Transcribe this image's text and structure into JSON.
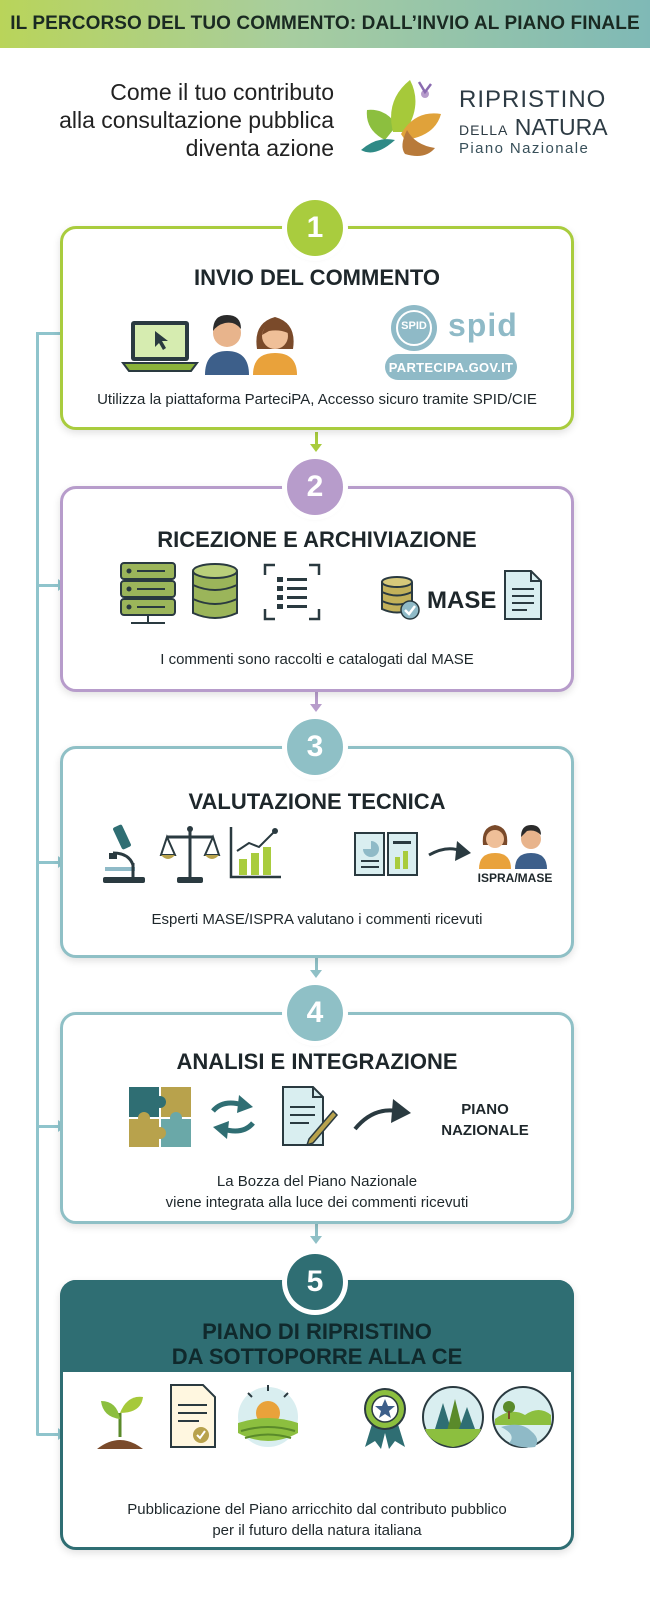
{
  "header": {
    "banner": "IL PERCORSO DEL TUO COMMENTO: DALL’INVIO AL PIANO FINALE",
    "subtitle_lines": [
      "Come il tuo contributo",
      "alla consultazione pubblica",
      "diventa azione"
    ]
  },
  "logo": {
    "line1": "RIPRISTINO",
    "line2_a": "DELLA",
    "line2_b": "NATURA",
    "line3": "Piano Nazionale"
  },
  "colors": {
    "step1": "#a9cc3e",
    "step2": "#b79ccb",
    "step3": "#8fc0c6",
    "step4": "#8fc0c6",
    "step5": "#2f6e73"
  },
  "steps": [
    {
      "number": "1",
      "title": "INVIO DEL COMMENTO",
      "caption": "Utilizza la piattaforma ParteciPA, Accesso sicuro tramite SPID/CIE",
      "spid_seal": "SPID",
      "spid_logo": "spid",
      "pill": "PARTECIPA.GOV.IT",
      "icons": [
        "laptop-cursor-icon",
        "man-avatar-icon",
        "woman-avatar-icon",
        "spid-seal-icon"
      ]
    },
    {
      "number": "2",
      "title": "RICEZIONE E ARCHIVIAZIONE",
      "caption": "I commenti sono raccolti e catalogati dal MASE",
      "label": "MASE",
      "icons": [
        "server-icon",
        "database-icon",
        "list-scan-icon",
        "database-check-icon",
        "document-icon"
      ]
    },
    {
      "number": "3",
      "title": "VALUTAZIONE TECNICA",
      "caption": "Esperti MASE/ISPRA valutano i commenti ricevuti",
      "label": "ISPRA/MASE",
      "icons": [
        "microscope-icon",
        "scales-icon",
        "bar-chart-icon",
        "report-book-icon",
        "arrow-right-icon",
        "experts-icon"
      ]
    },
    {
      "number": "4",
      "title": "ANALISI E INTEGRAZIONE",
      "caption_lines": [
        "La Bozza del Piano Nazionale",
        "viene integrata alla luce dei commenti ricevuti"
      ],
      "label_lines": [
        "PIANO",
        "NAZIONALE"
      ],
      "icons": [
        "puzzle-icon",
        "swap-arrows-icon",
        "document-edit-icon",
        "curved-arrow-icon"
      ]
    },
    {
      "number": "5",
      "title_lines": [
        "PIANO DI RIPRISTINO",
        "DA SOTTOPORRE ALLA CE"
      ],
      "caption_lines": [
        "Pubblicazione del Piano arricchito dal contributo pubblico",
        "per il futuro della natura italiana"
      ],
      "icons": [
        "sprout-icon",
        "certificate-icon",
        "sunrise-fields-icon",
        "award-ribbon-icon",
        "forest-icon",
        "river-landscape-icon"
      ]
    }
  ]
}
